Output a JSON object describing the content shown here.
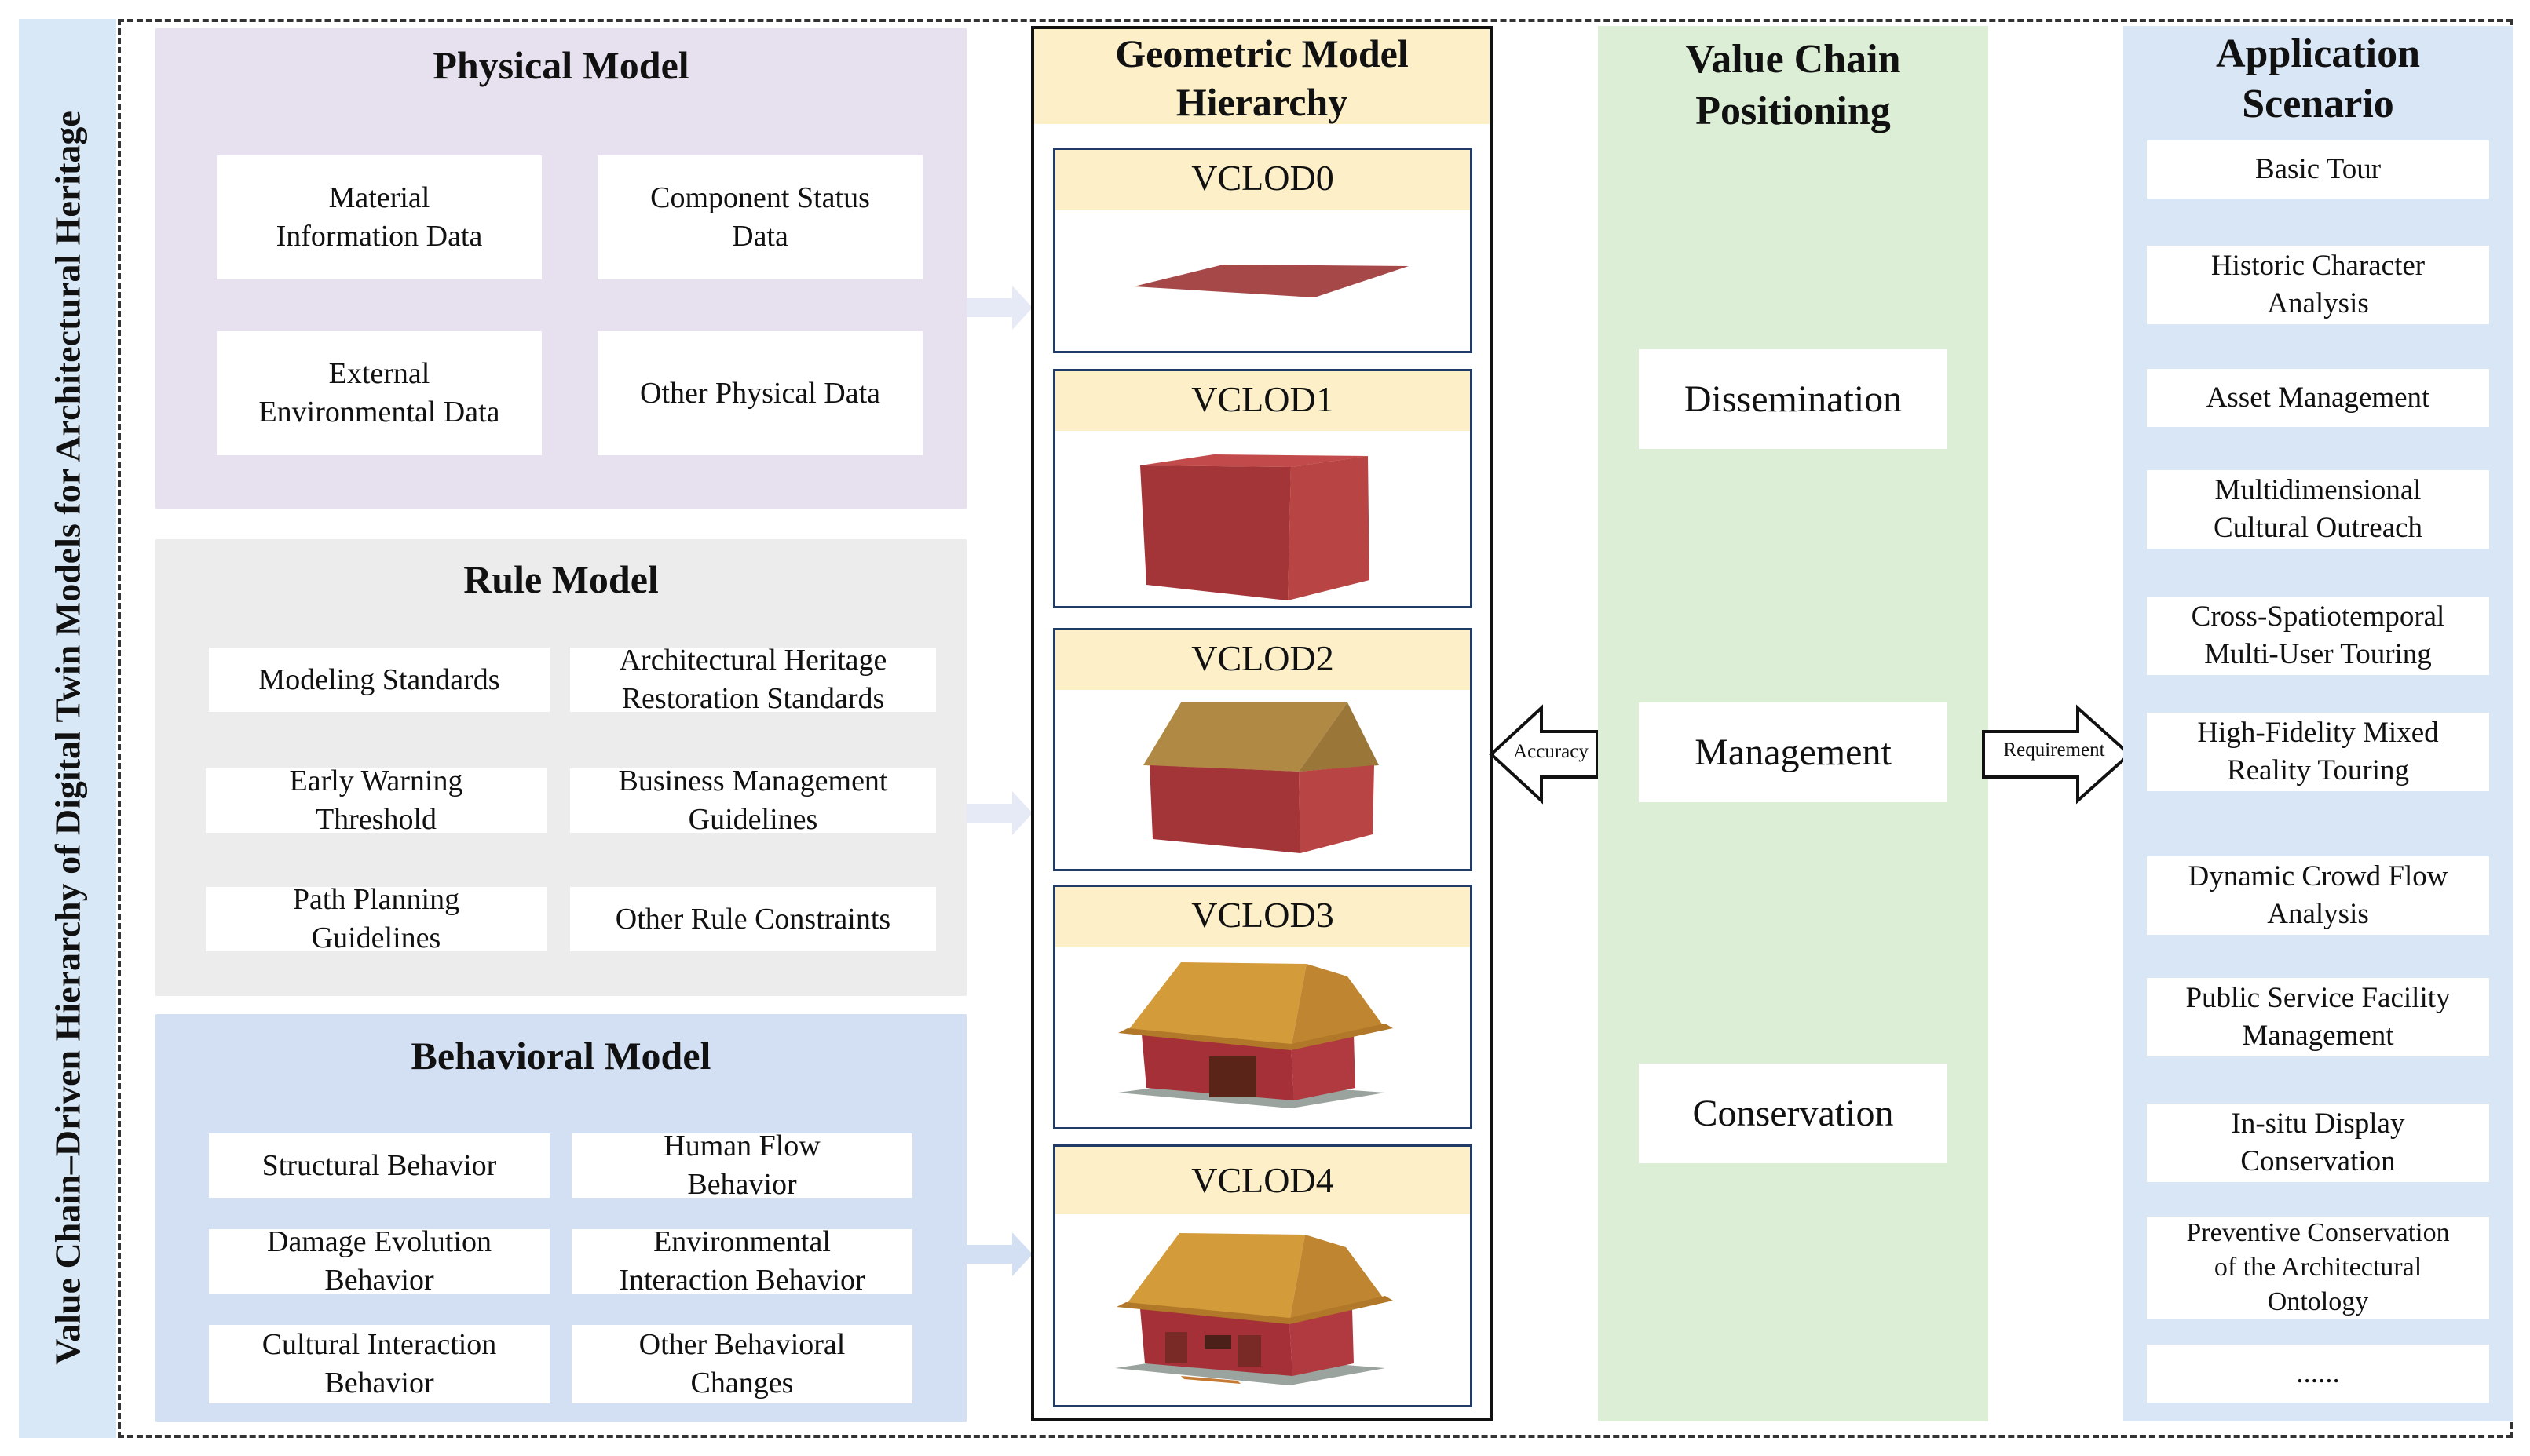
{
  "sidebar": {
    "title": "Value Chain–Driven Hierarchy of Digital Twin Models for Architectural Heritage"
  },
  "physical_model": {
    "title": "Physical Model",
    "items": [
      "Material\nInformation Data",
      "Component Status\nData",
      "External\nEnvironmental Data",
      "Other Physical Data"
    ]
  },
  "rule_model": {
    "title": "Rule Model",
    "items": [
      "Modeling Standards",
      "Architectural Heritage\nRestoration Standards",
      "Early Warning\nThreshold",
      "Business Management\nGuidelines",
      "Path Planning\nGuidelines",
      "Other Rule Constraints"
    ]
  },
  "behavioral_model": {
    "title": "Behavioral Model",
    "items": [
      "Structural Behavior",
      "Human Flow\nBehavior",
      "Damage Evolution\nBehavior",
      "Environmental\nInteraction Behavior",
      "Cultural Interaction\nBehavior",
      "Other Behavioral\nChanges"
    ]
  },
  "geometric": {
    "title": "Geometric Model\nHierarchy",
    "levels": [
      "VCLOD0",
      "VCLOD1",
      "VCLOD2",
      "VCLOD3",
      "VCLOD4"
    ]
  },
  "arrows": {
    "accuracy": "Accuracy",
    "requirement": "Requirement"
  },
  "value_chain": {
    "title": "Value Chain\nPositioning",
    "items": [
      "Dissemination",
      "Management",
      "Conservation"
    ]
  },
  "application": {
    "title": "Application\nScenario",
    "items": [
      "Basic Tour",
      "Historic Character\nAnalysis",
      "Asset Management",
      "Multidimensional\nCultural Outreach",
      "Cross-Spatiotemporal\nMulti-User Touring",
      "High-Fidelity Mixed\nReality Touring",
      "Dynamic Crowd Flow\nAnalysis",
      "Public Service Facility\nManagement",
      "In-situ Display\nConservation",
      "Preventive Conservation\nof the Architectural\nOntology",
      "......"
    ]
  },
  "colors": {
    "physical_bg": "#e7e0ef",
    "rule_bg": "#ececec",
    "behavioral_bg": "#d3e0f4",
    "label_bg": "#fdf0c9",
    "value_chain_bg": "#dcefd6",
    "application_bg": "#d9e6f5",
    "brick_red": "#a8363b",
    "roof_gold": "#c89a3c"
  }
}
